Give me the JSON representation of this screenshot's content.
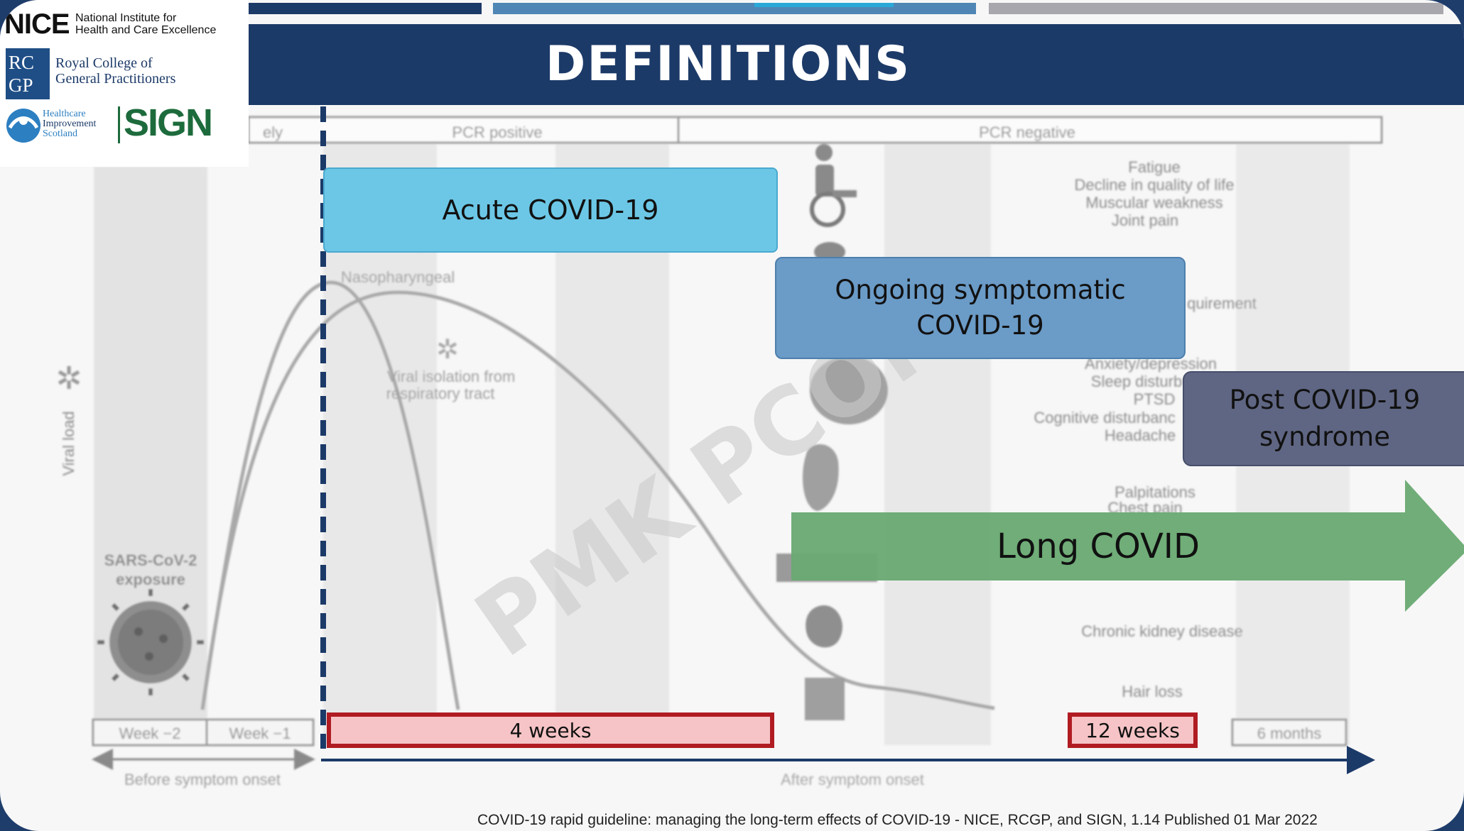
{
  "slide": {
    "title": "DEFINITIONS",
    "citation": "COVID-19 rapid guideline: managing the long-term effects of COVID-19 - NICE, RCGP, and SIGN, 1.14 Published  01 Mar 2022"
  },
  "logos": {
    "nice_mark": "NICE",
    "nice_name": [
      "National Institute for",
      "Health and Care Excellence"
    ],
    "rcgp_mark": [
      "RC",
      "GP"
    ],
    "rcgp_name": [
      "Royal College of",
      "General Practitioners"
    ],
    "his_name": [
      "Healthcare",
      "Improvement",
      "Scotland"
    ],
    "sign_mark": "SIGN"
  },
  "background_figure": {
    "phase_headers": [
      "ely",
      "PCR positive",
      "PCR negative"
    ],
    "y_axis_label": "Viral load",
    "exposure_label": [
      "SARS-CoV-2",
      "exposure"
    ],
    "curve_labels": {
      "nasopharyngeal": "Nasopharyngeal",
      "viral_isolation": [
        "Viral isolation from",
        "respiratory tract"
      ]
    },
    "symptom_lists": [
      [
        "Fatigue",
        "Decline in quality of life",
        "Muscular weakness",
        "Joint pain"
      ],
      [
        "quirement"
      ],
      [
        "Anxiety/depression",
        "Sleep disturb",
        "PTSD",
        "Cognitive disturbanc",
        "Headache"
      ],
      [
        "Palpitations",
        "Chest pain"
      ],
      [
        "Chronic kidney disease"
      ],
      [
        "Hair loss"
      ]
    ],
    "week_boxes": [
      "Week −2",
      "Week −1"
    ],
    "six_months": "6 months",
    "before_onset": "Before symptom onset",
    "after_onset": "After symptom onset",
    "watermark": "PMK PCOM"
  },
  "definitions": {
    "acute": "Acute COVID-19",
    "ongoing": [
      "Ongoing symptomatic",
      "COVID-19"
    ],
    "post": [
      "Post COVID-19",
      "syndrome"
    ],
    "long": "Long COVID"
  },
  "timeline_markers": {
    "four_weeks": "4 weeks",
    "twelve_weeks": "12 weeks"
  },
  "colors": {
    "navy": "#1c3a68",
    "acute": "#6cc7e6",
    "ongoing": "#6b9bc7",
    "post": "#5f6683",
    "long": "#6aaa72",
    "marker_border": "#b01c22",
    "marker_fill": "#f6c4c6"
  }
}
